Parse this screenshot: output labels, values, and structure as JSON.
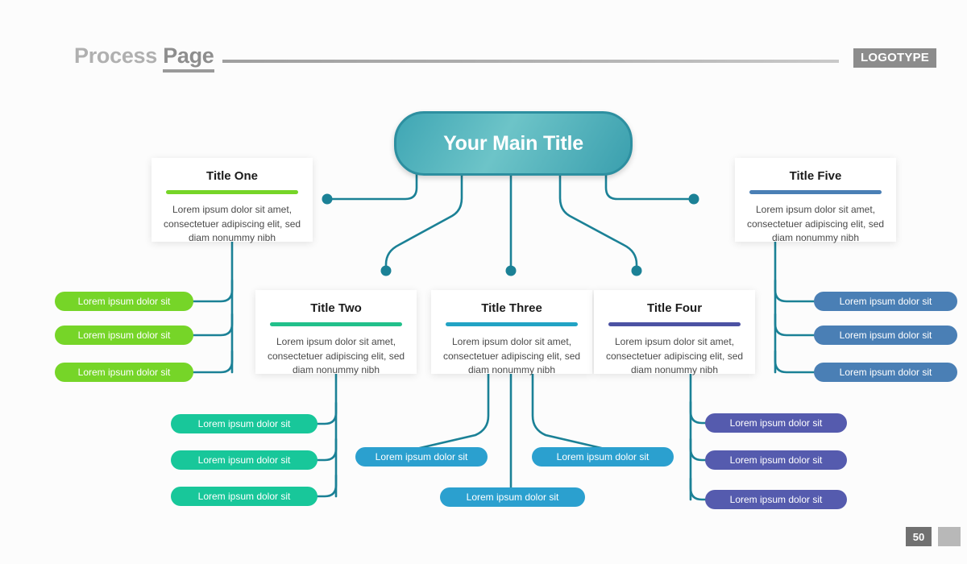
{
  "header": {
    "title_light": "Process ",
    "title_strong": "Page",
    "logotype": "LOGOTYPE"
  },
  "footer": {
    "page_number": "50"
  },
  "main": {
    "title": "Your Main Title",
    "fill_start": "#3fa6b4",
    "fill_end": "#3a9fae",
    "border": "#2d8fa0"
  },
  "connector_color": "#1b8196",
  "body_text": "Lorem ipsum dolor sit amet, consectetuer adipiscing elit, sed diam nonummy nibh",
  "branches": [
    {
      "key": "one",
      "title": "Title One",
      "body": "Lorem ipsum dolor sit amet, consectetuer adipiscing elit, sed diam nonummy nibh",
      "accent": "#76d528",
      "pill_color": "#76d528",
      "pills": [
        "Lorem ipsum dolor sit",
        "Lorem ipsum dolor sit",
        "Lorem ipsum dolor sit"
      ]
    },
    {
      "key": "two",
      "title": "Title Two",
      "body": "Lorem ipsum dolor sit amet, consectetuer adipiscing elit, sed diam nonummy nibh",
      "accent": "#22c08b",
      "pill_color": "#18c79a",
      "pills": [
        "Lorem ipsum dolor sit",
        "Lorem ipsum dolor sit",
        "Lorem ipsum dolor sit"
      ]
    },
    {
      "key": "three",
      "title": "Title Three",
      "body": "Lorem ipsum dolor sit amet, consectetuer adipiscing elit, sed diam nonummy nibh",
      "accent": "#22a3c4",
      "pill_color": "#2ba0cf",
      "pills": [
        "Lorem ipsum dolor sit",
        "Lorem ipsum dolor sit",
        "Lorem ipsum dolor sit"
      ]
    },
    {
      "key": "four",
      "title": "Title Four",
      "body": "Lorem ipsum dolor sit amet, consectetuer adipiscing elit, sed diam nonummy nibh",
      "accent": "#4c52a3",
      "pill_color": "#555bae",
      "pills": [
        "Lorem ipsum dolor sit",
        "Lorem ipsum dolor sit",
        "Lorem ipsum dolor sit"
      ]
    },
    {
      "key": "five",
      "title": "Title Five",
      "body": "Lorem ipsum dolor sit amet, consectetuer adipiscing elit, sed diam nonummy nibh",
      "accent": "#4a7fb5",
      "pill_color": "#4a7fb5",
      "pills": [
        "Lorem ipsum dolor sit",
        "Lorem ipsum dolor sit",
        "Lorem ipsum dolor sit"
      ]
    }
  ]
}
